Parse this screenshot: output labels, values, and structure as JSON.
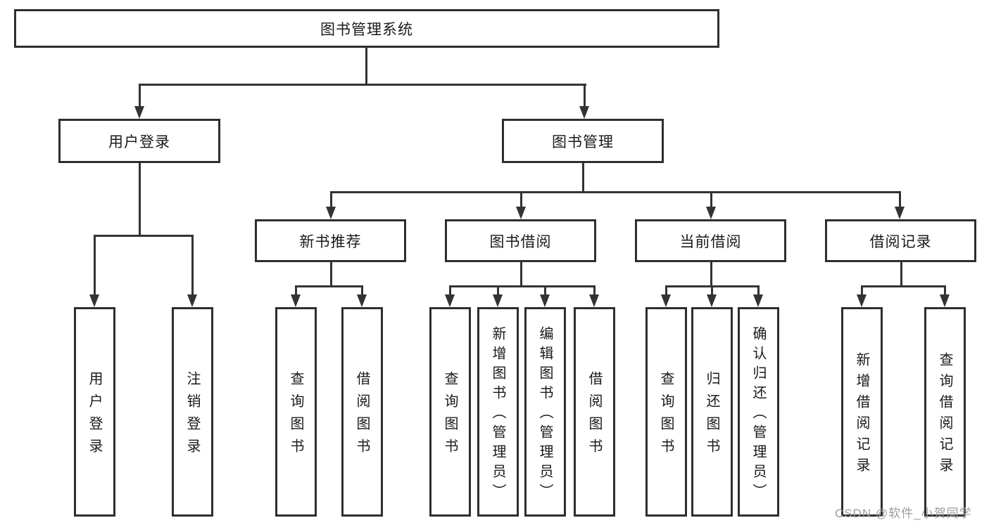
{
  "diagram": {
    "title": "图书管理系统",
    "nodes": {
      "root": "图书管理系统",
      "l2": [
        "用户登录",
        "图书管理"
      ],
      "l3": [
        "新书推荐",
        "图书借阅",
        "当前借阅",
        "借阅记录"
      ],
      "leaves": [
        "用户登录",
        "注销登录",
        "查询图书",
        "借阅图书",
        "查询图书",
        "新增图书（管理员）",
        "编辑图书（管理员）",
        "借阅图书",
        "查询图书",
        "归还图书",
        "确认归还（管理员）",
        "新增借阅记录",
        "查询借阅记录"
      ]
    },
    "watermark": "CSDN @软件_小贺同学",
    "colors": {
      "line": "#333333",
      "border": "#2e2e2e",
      "text": "#1a1a1a",
      "watermark": "#9c9c9c",
      "background": "#ffffff"
    }
  }
}
